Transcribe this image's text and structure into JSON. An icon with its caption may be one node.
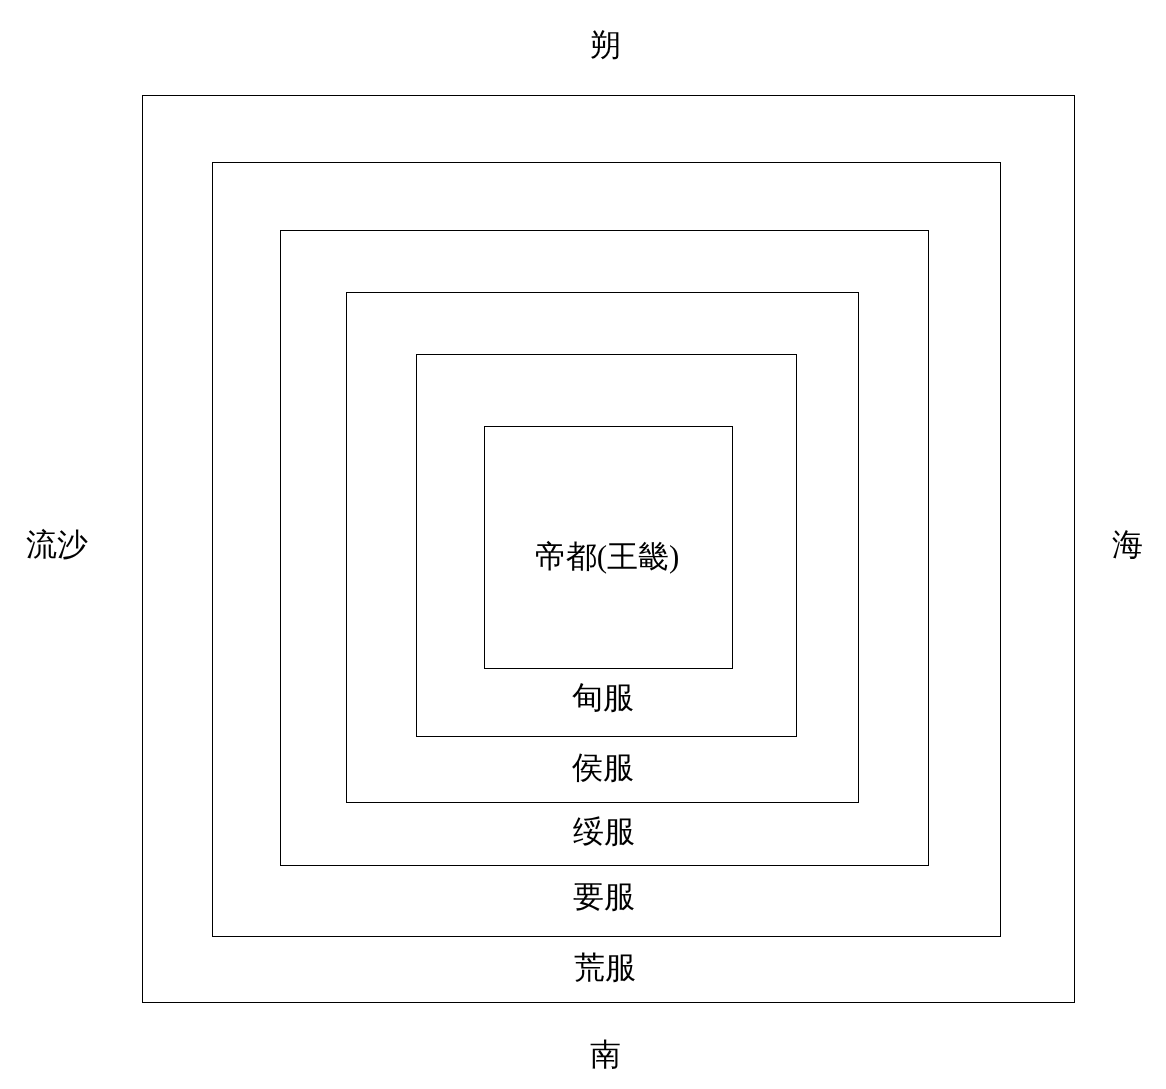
{
  "diagram": {
    "nodes": [
      {
        "text": [
          "荒服"
        ]
      },
      {
        "text": [
          "要服"
        ],
        "in": 0
      },
      {
        "text": [
          "绥服"
        ],
        "in": 1
      },
      {
        "text": [
          "侯服"
        ],
        "in": 2
      },
      {
        "text": [
          "甸服"
        ],
        "in": 3
      },
      {
        "text": [
          "帝都(王畿)"
        ],
        "in": 4
      }
    ],
    "labels": [
      "朔",
      "流沙",
      "海",
      "南"
    ]
  }
}
